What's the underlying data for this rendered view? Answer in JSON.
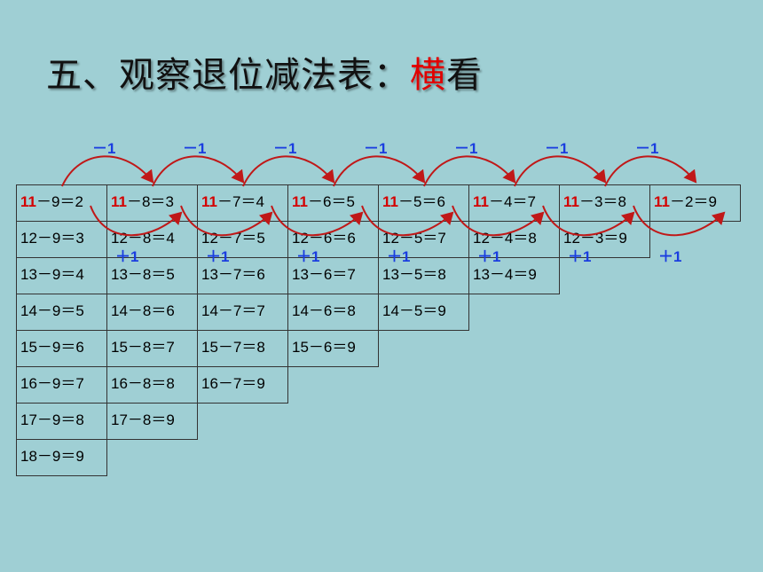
{
  "title": {
    "prefix": "五、观察退位减法表：",
    "highlight": "横",
    "suffix": "看"
  },
  "minus_label": "－1",
  "plus_label": "＋1",
  "columns": [
    [
      "11－9＝2",
      "12－9＝3",
      "13－9＝4",
      "14－9＝5",
      "15－9＝6",
      "16－9＝7",
      "17－9＝8",
      "18－9＝9"
    ],
    [
      "11－8＝3",
      "12－8＝4",
      "13－8＝5",
      "14－8＝6",
      "15－8＝7",
      "16－8＝8",
      "17－8＝9"
    ],
    [
      "11－7＝4",
      "12－7＝5",
      "13－7＝6",
      "14－7＝7",
      "15－7＝8",
      "16－7＝9"
    ],
    [
      "11－6＝5",
      "12－6＝6",
      "13－6＝7",
      "14－6＝8",
      "15－6＝9"
    ],
    [
      "11－5＝6",
      "12－5＝7",
      "13－5＝8",
      "14－5＝9"
    ],
    [
      "11－4＝7",
      "12－4＝8",
      "13－4＝9"
    ],
    [
      "11－3＝8",
      "12－3＝9"
    ],
    [
      "11－2＝9"
    ]
  ],
  "colors": {
    "highlight": "#e00000",
    "arrow": "#c01818",
    "label": "#1a3de0",
    "background": "#9fcfd4"
  }
}
